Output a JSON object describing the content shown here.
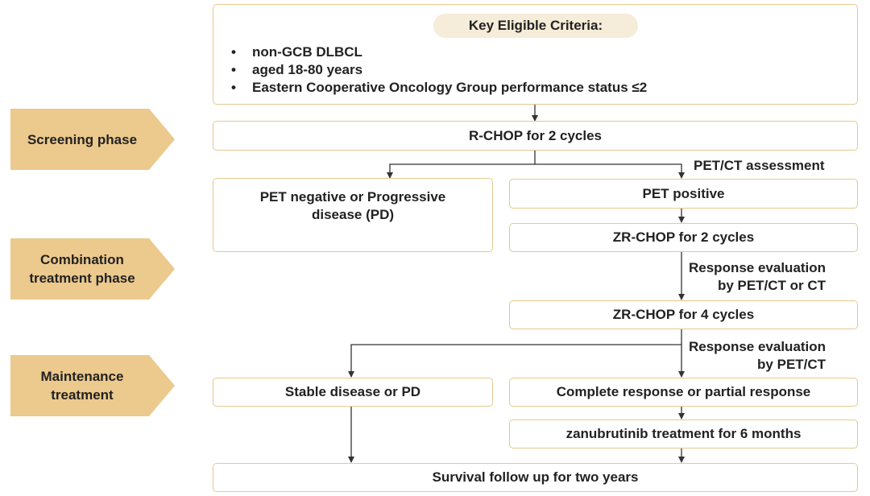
{
  "phases": [
    {
      "id": "screening",
      "label": "Screening phase"
    },
    {
      "id": "combination",
      "label": "Combination\ntreatment phase"
    },
    {
      "id": "maintenance",
      "label": "Maintenance\ntreatment"
    }
  ],
  "criteria": {
    "title": "Key Eligible Criteria:",
    "bullet": "•",
    "items": [
      "non-GCB DLBCL",
      "aged 18-80 years",
      "Eastern Cooperative Oncology Group performance  status ≤2"
    ]
  },
  "boxes": {
    "rchop": "R-CHOP for 2 cycles",
    "pet_negative": "PET  negative or Progressive disease (PD)",
    "pet_positive": "PET positive",
    "zrchop_2": "ZR-CHOP for 2 cycles",
    "zrchop_4": "ZR-CHOP for 4 cycles",
    "stable": "Stable disease or PD",
    "complete": "Complete response or partial response",
    "zanubrutinib": "zanubrutinib treatment for 6 months",
    "survival": "Survival follow up for two years"
  },
  "labels": {
    "pet_ct": "PET/CT assessment",
    "response_1": "Response evaluation\nby PET/CT or CT",
    "response_2": "Response evaluation\nby PET/CT"
  },
  "colors": {
    "phase_fill": "#ecc98d",
    "box_border": "#e6c88e",
    "pill_fill": "#f5ecd9",
    "arrow": "#333333",
    "text": "#222222"
  }
}
